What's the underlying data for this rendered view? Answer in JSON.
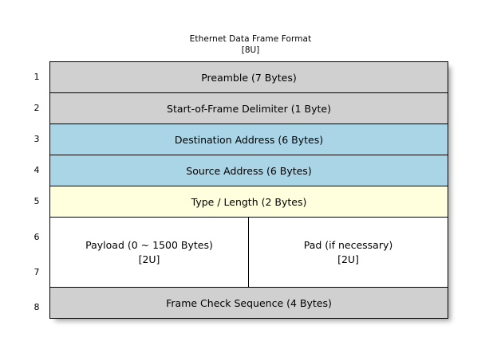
{
  "diagram": {
    "title": "Ethernet Data Frame Format",
    "title_tag": "[8U]",
    "colors": {
      "gray": "#d0d0d0",
      "blue": "#aad5e7",
      "yellow": "#ffffdd",
      "white": "#ffffff",
      "border": "#000000",
      "background": "#ffffff"
    },
    "row_numbers": [
      "1",
      "2",
      "3",
      "4",
      "5",
      "6",
      "7",
      "8"
    ],
    "rows": [
      {
        "number": "1",
        "label": "Preamble (7 Bytes)",
        "fill": "gray"
      },
      {
        "number": "2",
        "label": "Start-of-Frame Delimiter (1 Byte)",
        "fill": "gray"
      },
      {
        "number": "3",
        "label": "Destination Address (6 Bytes)",
        "fill": "blue"
      },
      {
        "number": "4",
        "label": "Source Address (6 Bytes)",
        "fill": "blue"
      },
      {
        "number": "5",
        "label": "Type / Length (2 Bytes)",
        "fill": "yellow"
      }
    ],
    "payload_row": {
      "numbers": [
        "6",
        "7"
      ],
      "fill": "white",
      "left": {
        "label": "Payload (0 ~ 1500 Bytes)",
        "tag": "[2U]"
      },
      "right": {
        "label": "Pad (if necessary)",
        "tag": "[2U]"
      }
    },
    "last_row": {
      "number": "8",
      "label": "Frame Check Sequence (4 Bytes)",
      "fill": "gray"
    }
  }
}
